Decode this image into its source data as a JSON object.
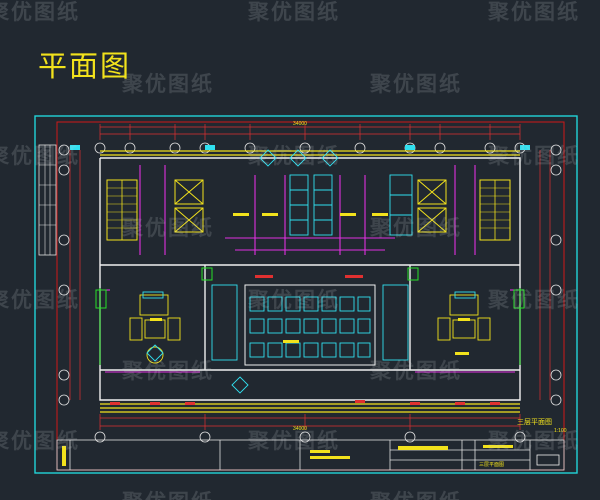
{
  "page_title": "平面图",
  "watermark_text": "聚优图纸",
  "drawing_sheet": {
    "plan_label": "三层平面图",
    "plan_scale": "1:100",
    "title_block_note": "三层平面图"
  },
  "dimensions": {
    "top_total": "34000",
    "bottom_total": "34000"
  },
  "colors": {
    "background": "#212830",
    "frame": "#22d3d8",
    "outer_border": "#d01818",
    "walls": "#f0f0f0",
    "grid_axes": "#e0e0e0",
    "accent_yellow": "#f2e21c",
    "partitions": "#e030e0",
    "fixtures_cyan": "#30e0f0",
    "green": "#28e028",
    "red_dims": "#e03030"
  }
}
